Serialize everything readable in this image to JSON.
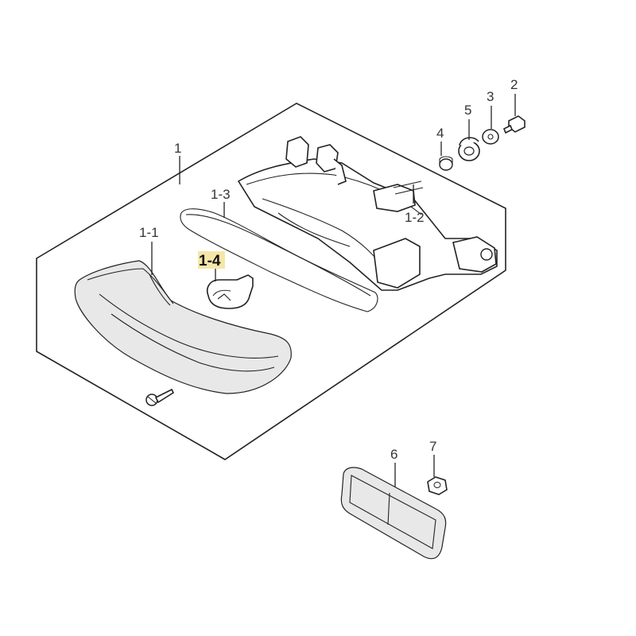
{
  "labels": {
    "l1": "1",
    "l1_1": "1-1",
    "l1_2": "1-2",
    "l1_3": "1-3",
    "l1_4": "1-4",
    "l2": "2",
    "l3": "3",
    "l4": "4",
    "l5": "5",
    "l6": "6",
    "l7": "7"
  },
  "highlight_color": "#f5e6a8"
}
